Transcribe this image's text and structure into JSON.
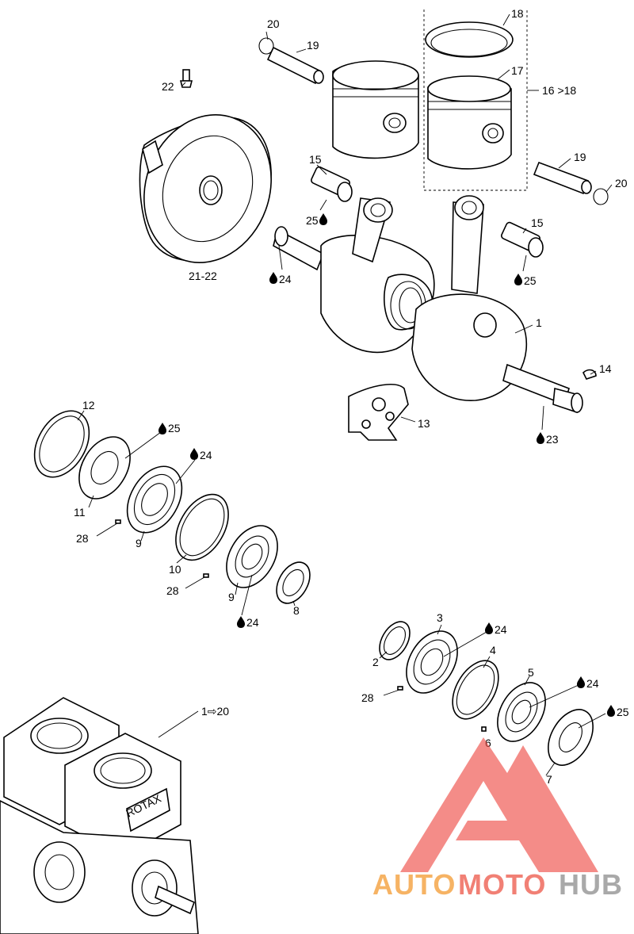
{
  "callouts": {
    "c1": "1",
    "c2": "2",
    "c3": "3",
    "c4": "4",
    "c5": "5",
    "c6": "6",
    "c7": "7",
    "c8": "8",
    "c9a": "9",
    "c9b": "9",
    "c10": "10",
    "c11": "11",
    "c12": "12",
    "c13": "13",
    "c14": "14",
    "c15a": "15",
    "c15b": "15",
    "c16_18": "16 >18",
    "c17": "17",
    "c18": "18",
    "c19a": "19",
    "c19b": "19",
    "c20a": "20",
    "c20b": "20",
    "c21_22": "21-22",
    "c22": "22",
    "c28a": "28",
    "c28b": "28",
    "c28c": "28",
    "c1_20": "1⇨20"
  },
  "lubricants": {
    "l24a": "24",
    "l24b": "24",
    "l24c": "24",
    "l24d": "24",
    "l24e": "24",
    "l25a": "25",
    "l25b": "25",
    "l25c": "25",
    "l25d": "25",
    "l23": "23"
  },
  "watermark": {
    "part1": "AUTO",
    "part2": "MOTO",
    "part3": "HUB",
    "colors": {
      "auto": "#f5a64a",
      "moto": "#ef6b5e",
      "hub": "#9b9b9b",
      "logo": "#ee4b44"
    }
  },
  "engine_badge": "ROTAX"
}
